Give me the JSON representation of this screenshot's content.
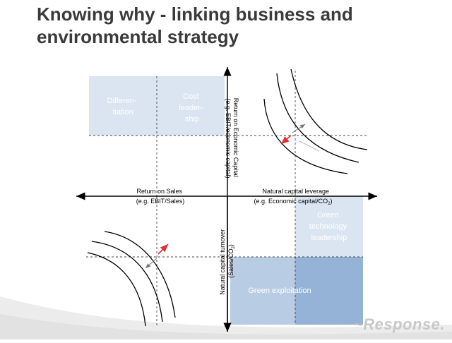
{
  "title": "Knowing why - linking business and environmental strategy",
  "quadrant_labels": {
    "differentiation": [
      "Differen-",
      "tiation"
    ],
    "cost_leadership": [
      "Cost",
      "leader-",
      "ship"
    ],
    "green_technology_leadership": [
      "Green",
      "technology",
      "leadership"
    ],
    "green_exploitation": "Green exploitation"
  },
  "axes": {
    "top": [
      "Return on Economic Capital",
      "(e.g. EBIT/economic capital)"
    ],
    "left": [
      "Return on Sales",
      "(e.g. EBIT/Sales)"
    ],
    "right": [
      "Natural capital leverage",
      "(e.g. Economic capital/CO",
      "2",
      ")"
    ],
    "bottom": [
      "Natural capital turnover",
      "(Sales/CO",
      "2",
      ")"
    ]
  },
  "colors": {
    "light_blue": "#dbe5f1",
    "mid_blue": "#b8cce4",
    "strong_blue": "#95b3d7",
    "label_white": "#ffffff",
    "axis": "#000000",
    "red_arrow": "#e03030",
    "title": "#3a3a3a"
  },
  "watermark": "Response."
}
